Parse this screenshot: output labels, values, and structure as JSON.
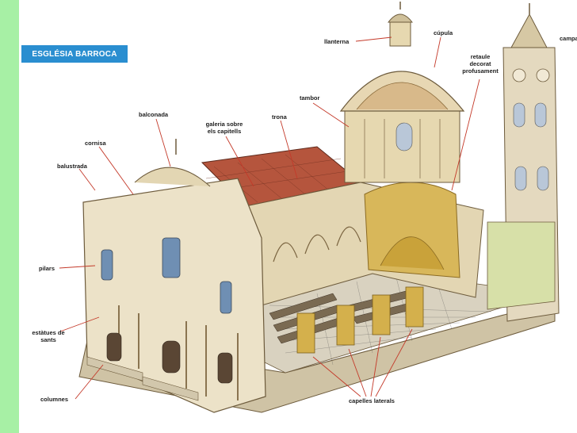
{
  "title": "ESGLÉSIA BARROCA",
  "labels": {
    "llanterna": "llanterna",
    "cupula": "cúpula",
    "campanar": "campa",
    "retaule_1": "retaule",
    "retaule_2": "decorat",
    "retaule_3": "profusament",
    "tambor": "tambor",
    "balconada": "balconada",
    "galeria_1": "galeria sobre",
    "galeria_2": "els capitells",
    "trona": "trona",
    "cornisa": "cornisa",
    "balustrada": "balustrada",
    "pilars": "pilars",
    "estatues_1": "estàtues de",
    "estatues_2": "sants",
    "columnes": "columnes",
    "capelles": "capelles laterals"
  },
  "colors": {
    "side_strip": "#a7f0a5",
    "banner": "#2a8ed0",
    "roof": "#b5553d",
    "stone": "#e8dcc0",
    "gold": "#c9a23a",
    "leader_line": "#c43a2a"
  }
}
